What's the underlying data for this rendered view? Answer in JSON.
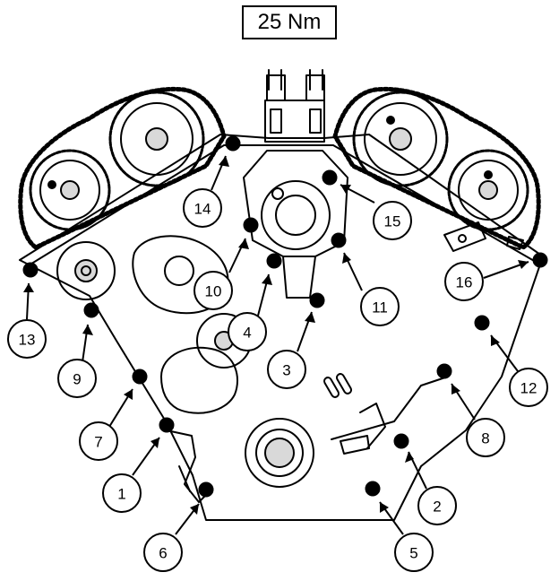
{
  "title": "25 Nm",
  "colors": {
    "ink": "#000000",
    "paper": "#ffffff",
    "shade": "#d9d9d9"
  },
  "callouts": [
    {
      "label": "1"
    },
    {
      "label": "2"
    },
    {
      "label": "3"
    },
    {
      "label": "4"
    },
    {
      "label": "5"
    },
    {
      "label": "6"
    },
    {
      "label": "7"
    },
    {
      "label": "8"
    },
    {
      "label": "9"
    },
    {
      "label": "10"
    },
    {
      "label": "11"
    },
    {
      "label": "12"
    },
    {
      "label": "13"
    },
    {
      "label": "14"
    },
    {
      "label": "15"
    },
    {
      "label": "16"
    }
  ]
}
